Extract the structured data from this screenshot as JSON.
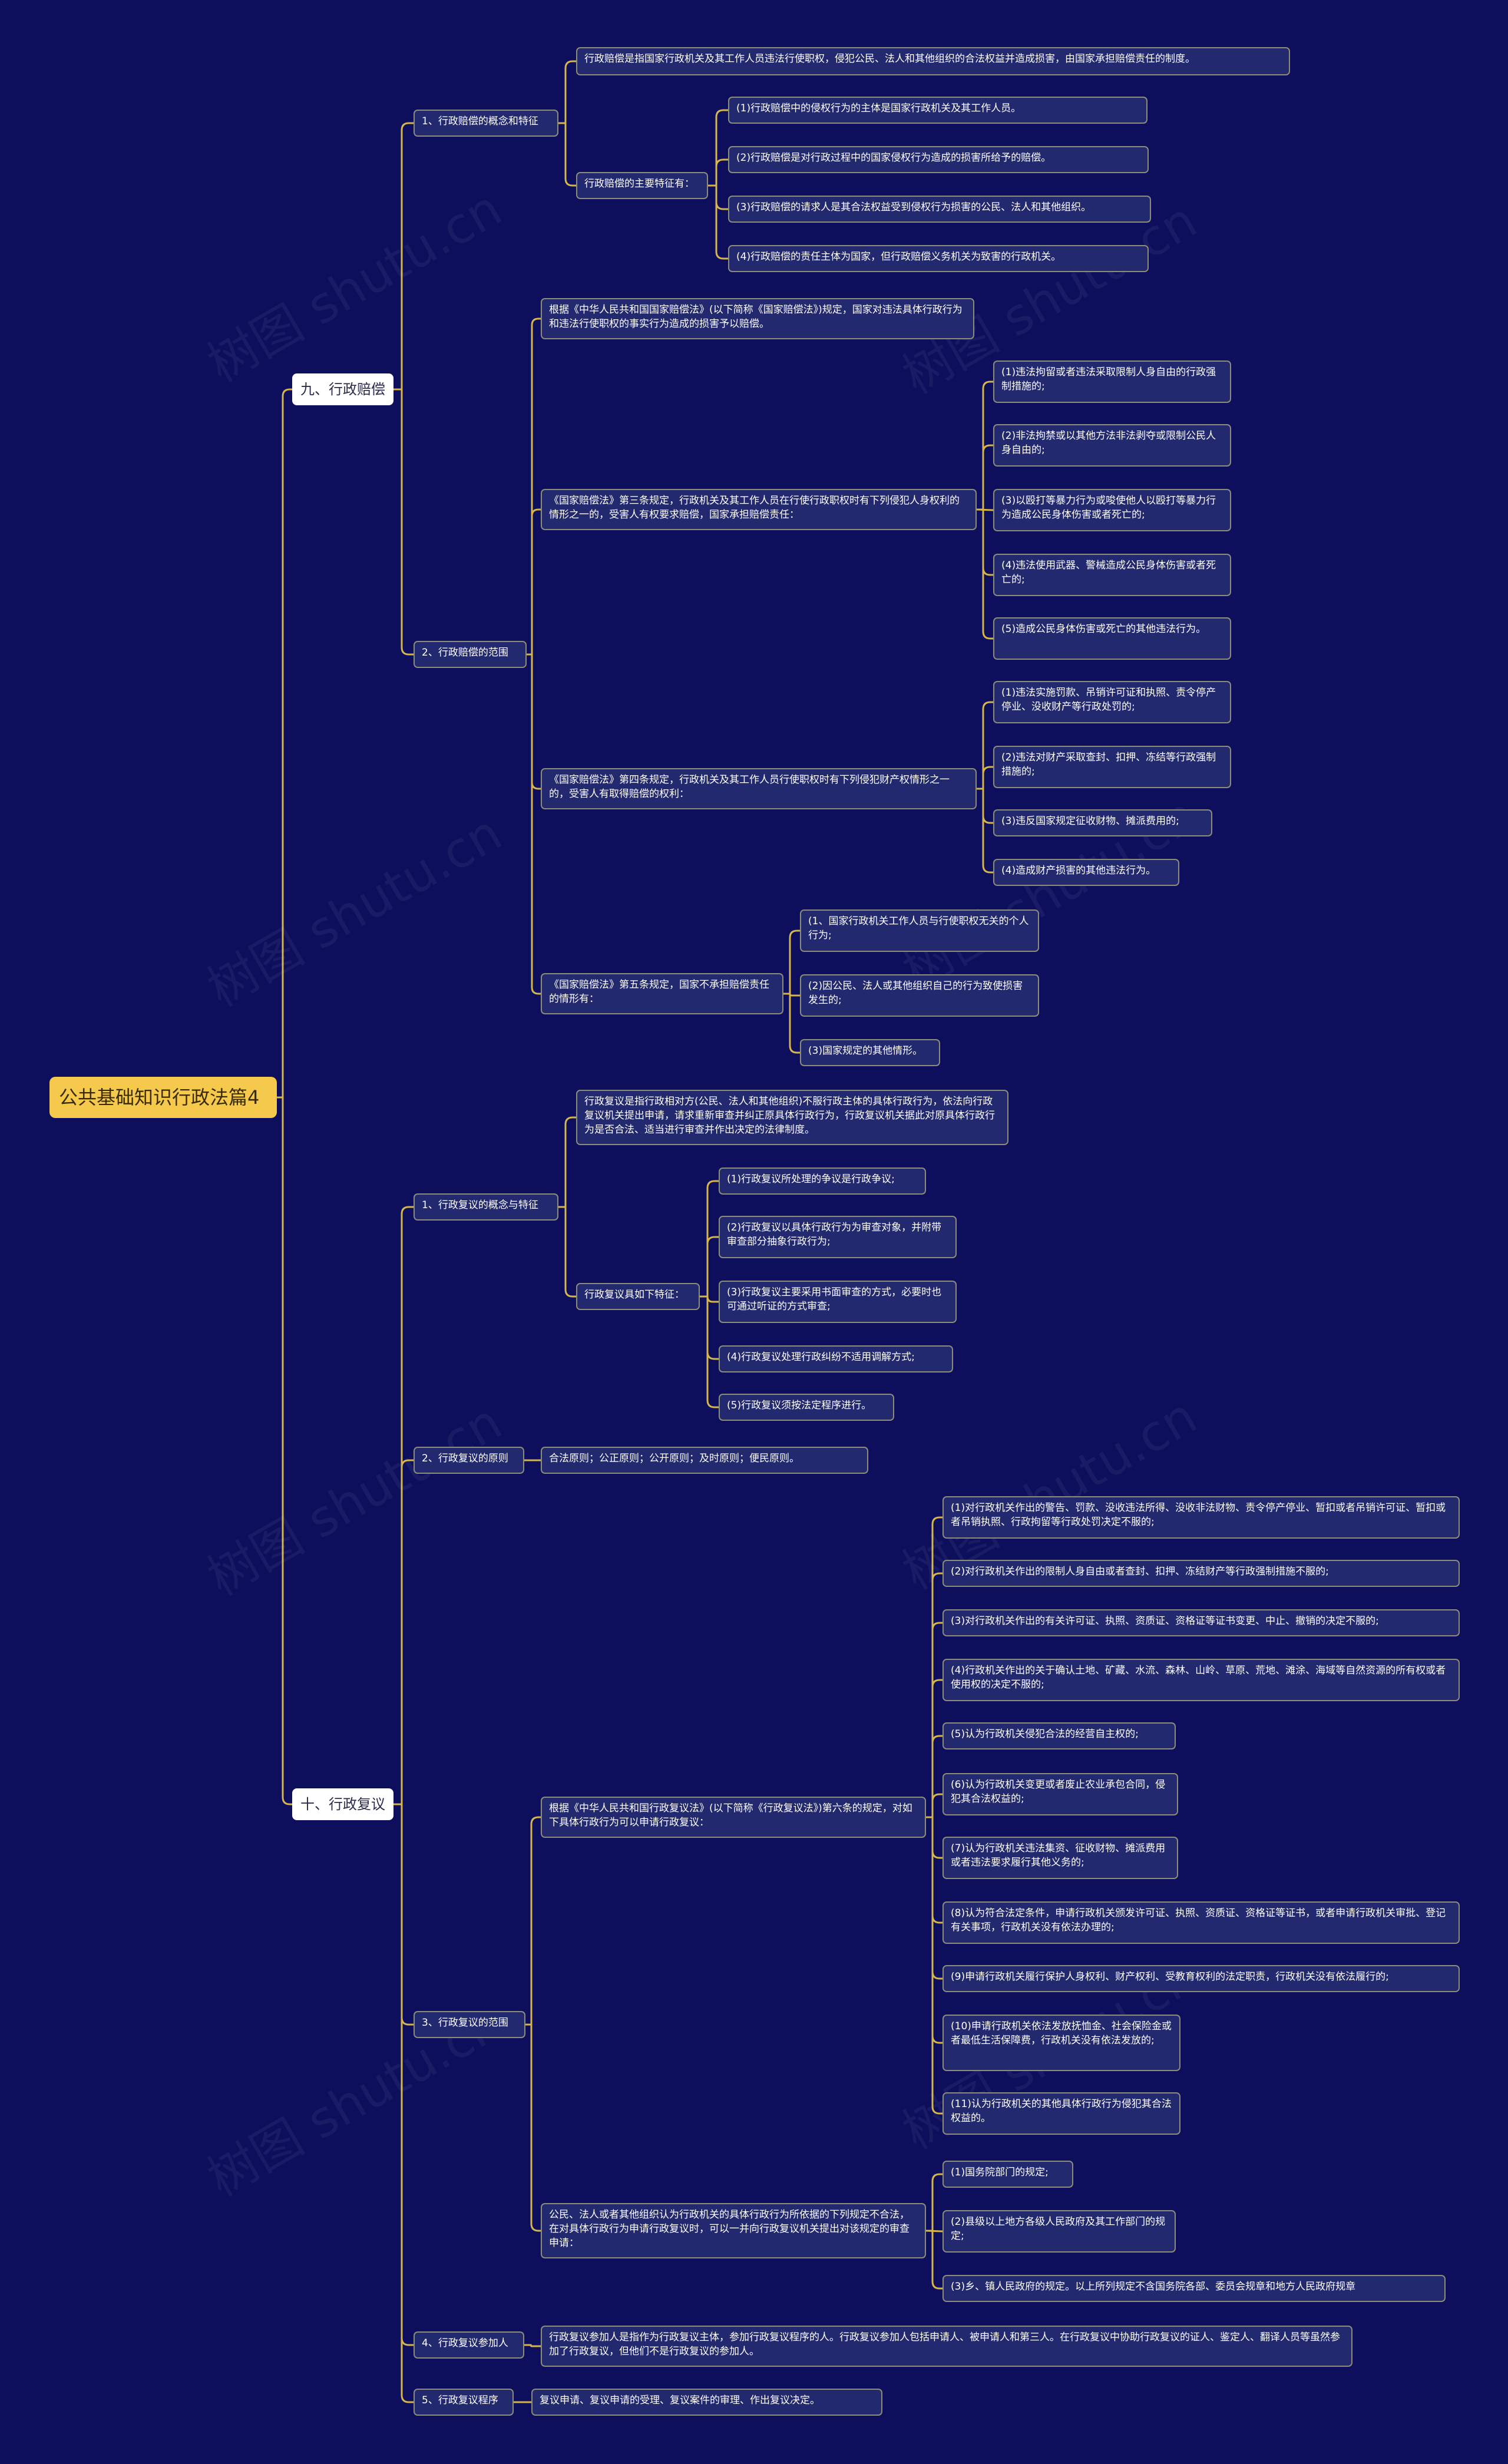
{
  "root": {
    "id": "root",
    "text": "公共基础知识行政法篇4",
    "children": [
      {
        "id": "s9",
        "text": "九、行政赔偿",
        "children": [
          {
            "id": "s9_1",
            "text": "1、行政赔偿的概念和特征",
            "children": [
              {
                "id": "s9_1a",
                "text": "行政赔偿是指国家行政机关及其工作人员违法行使职权，侵犯公民、法人和其他组织的合法权益并造成损害，由国家承担赔偿责任的制度。"
              },
              {
                "id": "s9_1b",
                "text": "行政赔偿的主要特征有：",
                "children": [
                  {
                    "id": "s9_1b1",
                    "text": "(1)行政赔偿中的侵权行为的主体是国家行政机关及其工作人员。"
                  },
                  {
                    "id": "s9_1b2",
                    "text": "(2)行政赔偿是对行政过程中的国家侵权行为造成的损害所给予的赔偿。"
                  },
                  {
                    "id": "s9_1b3",
                    "text": "(3)行政赔偿的请求人是其合法权益受到侵权行为损害的公民、法人和其他组织。"
                  },
                  {
                    "id": "s9_1b4",
                    "text": "(4)行政赔偿的责任主体为国家，但行政赔偿义务机关为致害的行政机关。"
                  }
                ]
              }
            ]
          },
          {
            "id": "s9_2",
            "text": "2、行政赔偿的范围",
            "children": [
              {
                "id": "s9_2a",
                "text": "根据《中华人民共和国国家赔偿法》(以下简称《国家赔偿法》)规定，国家对违法具体行政行为和违法行使职权的事实行为造成的损害予以赔偿。"
              },
              {
                "id": "s9_2b",
                "text": "《国家赔偿法》第三条规定，行政机关及其工作人员在行使行政职权时有下列侵犯人身权利的情形之一的，受害人有权要求赔偿，国家承担赔偿责任：",
                "children": [
                  {
                    "id": "s9_2b1",
                    "text": "(1)违法拘留或者违法采取限制人身自由的行政强制措施的;"
                  },
                  {
                    "id": "s9_2b2",
                    "text": "(2)非法拘禁或以其他方法非法剥夺或限制公民人身自由的;"
                  },
                  {
                    "id": "s9_2b3",
                    "text": "(3)以殴打等暴力行为或唆使他人以殴打等暴力行为造成公民身体伤害或者死亡的;"
                  },
                  {
                    "id": "s9_2b4",
                    "text": "(4)违法使用武器、警械造成公民身体伤害或者死亡的;"
                  },
                  {
                    "id": "s9_2b5",
                    "text": "(5)造成公民身体伤害或死亡的其他违法行为。"
                  }
                ]
              },
              {
                "id": "s9_2c",
                "text": "《国家赔偿法》第四条规定，行政机关及其工作人员行使职权时有下列侵犯财产权情形之一的，受害人有取得赔偿的权利：",
                "children": [
                  {
                    "id": "s9_2c1",
                    "text": "(1)违法实施罚款、吊销许可证和执照、责令停产停业、没收财产等行政处罚的;"
                  },
                  {
                    "id": "s9_2c2",
                    "text": "(2)违法对财产采取查封、扣押、冻结等行政强制措施的;"
                  },
                  {
                    "id": "s9_2c3",
                    "text": "(3)违反国家规定征收财物、摊派费用的;"
                  },
                  {
                    "id": "s9_2c4",
                    "text": "(4)造成财产损害的其他违法行为。"
                  }
                ]
              },
              {
                "id": "s9_2d",
                "text": "《国家赔偿法》第五条规定，国家不承担赔偿责任的情形有：",
                "children": [
                  {
                    "id": "s9_2d1",
                    "text": "(1、国家行政机关工作人员与行使职权无关的个人行为;"
                  },
                  {
                    "id": "s9_2d2",
                    "text": "(2)因公民、法人或其他组织自己的行为致使损害发生的;"
                  },
                  {
                    "id": "s9_2d3",
                    "text": "(3)国家规定的其他情形。"
                  }
                ]
              }
            ]
          }
        ]
      },
      {
        "id": "s10",
        "text": "十、行政复议",
        "children": [
          {
            "id": "s10_1",
            "text": "1、行政复议的概念与特征",
            "children": [
              {
                "id": "s10_1a",
                "text": "行政复议是指行政相对方(公民、法人和其他组织)不服行政主体的具体行政行为，依法向行政复议机关提出申请，请求重新审查并纠正原具体行政行为，行政复议机关据此对原具体行政行为是否合法、适当进行审查并作出决定的法律制度。"
              },
              {
                "id": "s10_1b",
                "text": "行政复议具如下特征：",
                "children": [
                  {
                    "id": "s10_1b1",
                    "text": "(1)行政复议所处理的争议是行政争议;"
                  },
                  {
                    "id": "s10_1b2",
                    "text": "(2)行政复议以具体行政行为为审查对象，并附带审查部分抽象行政行为;"
                  },
                  {
                    "id": "s10_1b3",
                    "text": "(3)行政复议主要采用书面审查的方式，必要时也可通过听证的方式审查;"
                  },
                  {
                    "id": "s10_1b4",
                    "text": "(4)行政复议处理行政纠纷不适用调解方式;"
                  },
                  {
                    "id": "s10_1b5",
                    "text": "(5)行政复议须按法定程序进行。"
                  }
                ]
              }
            ]
          },
          {
            "id": "s10_2",
            "text": "2、行政复议的原则",
            "children": [
              {
                "id": "s10_2a",
                "text": "合法原则；公正原则；公开原则；及时原则；便民原则。"
              }
            ]
          },
          {
            "id": "s10_3",
            "text": "3、行政复议的范围",
            "children": [
              {
                "id": "s10_3a",
                "text": "根据《中华人民共和国行政复议法》(以下简称《行政复议法》)第六条的规定，对如下具体行政行为可以申请行政复议：",
                "children": [
                  {
                    "id": "s10_3a1",
                    "text": "(1)对行政机关作出的警告、罚款、没收违法所得、没收非法财物、责令停产停业、暂扣或者吊销许可证、暂扣或者吊销执照、行政拘留等行政处罚决定不服的;"
                  },
                  {
                    "id": "s10_3a2",
                    "text": "(2)对行政机关作出的限制人身自由或者查封、扣押、冻结财产等行政强制措施不服的;"
                  },
                  {
                    "id": "s10_3a3",
                    "text": "(3)对行政机关作出的有关许可证、执照、资质证、资格证等证书变更、中止、撤销的决定不服的;"
                  },
                  {
                    "id": "s10_3a4",
                    "text": "(4)行政机关作出的关于确认土地、矿藏、水流、森林、山岭、草原、荒地、滩涂、海域等自然资源的所有权或者使用权的决定不服的;"
                  },
                  {
                    "id": "s10_3a5",
                    "text": "(5)认为行政机关侵犯合法的经营自主权的;"
                  },
                  {
                    "id": "s10_3a6",
                    "text": "(6)认为行政机关变更或者废止农业承包合同，侵犯其合法权益的;"
                  },
                  {
                    "id": "s10_3a7",
                    "text": "(7)认为行政机关违法集资、征收财物、摊派费用或者违法要求履行其他义务的;"
                  },
                  {
                    "id": "s10_3a8",
                    "text": "(8)认为符合法定条件，申请行政机关颁发许可证、执照、资质证、资格证等证书，或者申请行政机关审批、登记有关事项，行政机关没有依法办理的;"
                  },
                  {
                    "id": "s10_3a9",
                    "text": "(9)申请行政机关履行保护人身权利、财产权利、受教育权利的法定职责，行政机关没有依法履行的;"
                  },
                  {
                    "id": "s10_3a10",
                    "text": "(10)申请行政机关依法发放抚恤金、社会保险金或者最低生活保障费，行政机关没有依法发放的;"
                  },
                  {
                    "id": "s10_3a11",
                    "text": "(11)认为行政机关的其他具体行政行为侵犯其合法权益的。"
                  }
                ]
              },
              {
                "id": "s10_3b",
                "text": "公民、法人或者其他组织认为行政机关的具体行政行为所依据的下列规定不合法，在对具体行政行为申请行政复议时，可以一并向行政复议机关提出对该规定的审查申请：",
                "children": [
                  {
                    "id": "s10_3b1",
                    "text": "(1)国务院部门的规定;"
                  },
                  {
                    "id": "s10_3b2",
                    "text": "(2)县级以上地方各级人民政府及其工作部门的规定;"
                  },
                  {
                    "id": "s10_3b3",
                    "text": "(3)乡、镇人民政府的规定。以上所列规定不含国务院各部、委员会规章和地方人民政府规章"
                  }
                ]
              }
            ]
          },
          {
            "id": "s10_4",
            "text": "4、行政复议参加人",
            "children": [
              {
                "id": "s10_4a",
                "text": "行政复议参加人是指作为行政复议主体，参加行政复议程序的人。行政复议参加人包括申请人、被申请人和第三人。在行政复议中协助行政复议的证人、鉴定人、翻译人员等虽然参加了行政复议，但他们不是行政复议的参加人。"
              }
            ]
          },
          {
            "id": "s10_5",
            "text": "5、行政复议程序",
            "children": [
              {
                "id": "s10_5a",
                "text": "复议申请、复议申请的受理、复议案件的审理、作出复议决定。"
              }
            ]
          }
        ]
      }
    ]
  },
  "colors": {
    "background": "#0d0f5c",
    "node_fill": "#23296f",
    "node_border": "#8b8c7a",
    "connector": "#d6b54a",
    "root_fill": "#f5c94c",
    "l1_fill": "#ffffff"
  }
}
